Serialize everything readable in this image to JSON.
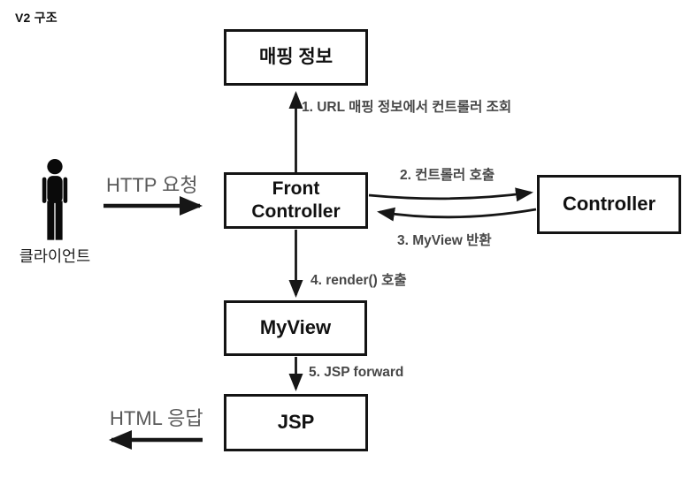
{
  "title": "V2 구조",
  "colors": {
    "background": "#ffffff",
    "box_border": "#141414",
    "box_text": "#111111",
    "arrow": "#161616",
    "step_label_text": "#474747",
    "flow_label_text": "#595959"
  },
  "nodes": {
    "mapping": {
      "label": "매핑 정보"
    },
    "front_controller": {
      "label": "Front Controller"
    },
    "controller": {
      "label": "Controller"
    },
    "myview": {
      "label": "MyView"
    },
    "jsp": {
      "label": "JSP"
    }
  },
  "actor": {
    "icon": "person-icon",
    "label": "클라이언트"
  },
  "edges": {
    "step1": {
      "label": "1. URL 매핑 정보에서 컨트롤러 조회",
      "from": "front_controller",
      "to": "mapping"
    },
    "step2": {
      "label": "2. 컨트롤러 호출",
      "from": "front_controller",
      "to": "controller"
    },
    "step3": {
      "label": "3. MyView 반환",
      "from": "controller",
      "to": "front_controller"
    },
    "step4": {
      "label": "4. render() 호출",
      "from": "front_controller",
      "to": "myview"
    },
    "step5": {
      "label": "5. JSP forward",
      "from": "myview",
      "to": "jsp"
    },
    "http_request": {
      "label": "HTTP 요청",
      "from": "client",
      "to": "front_controller"
    },
    "html_response": {
      "label": "HTML 응답",
      "from": "jsp",
      "to": "client"
    }
  }
}
